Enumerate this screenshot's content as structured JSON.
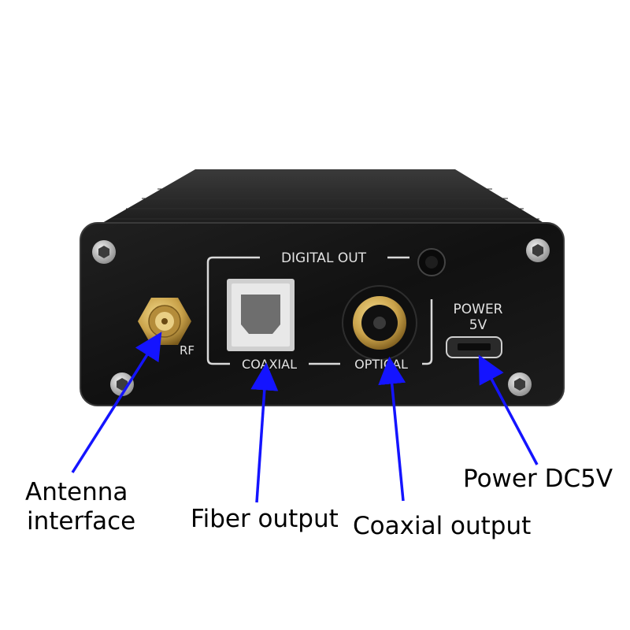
{
  "device": {
    "panel_labels": {
      "digital_out": "DIGITAL OUT",
      "rf": "RF",
      "coaxial": "COAXIAL",
      "optical": "OPTICAL",
      "power": "POWER",
      "voltage": "5V"
    }
  },
  "callouts": {
    "antenna_line1": "Antenna",
    "antenna_line2": "interface",
    "fiber": "Fiber output",
    "coaxial": "Coaxial output",
    "power": "Power DC5V"
  },
  "colors": {
    "arrow": "#1414ff",
    "device_body": "#151515",
    "gold": "#c9a24a"
  }
}
